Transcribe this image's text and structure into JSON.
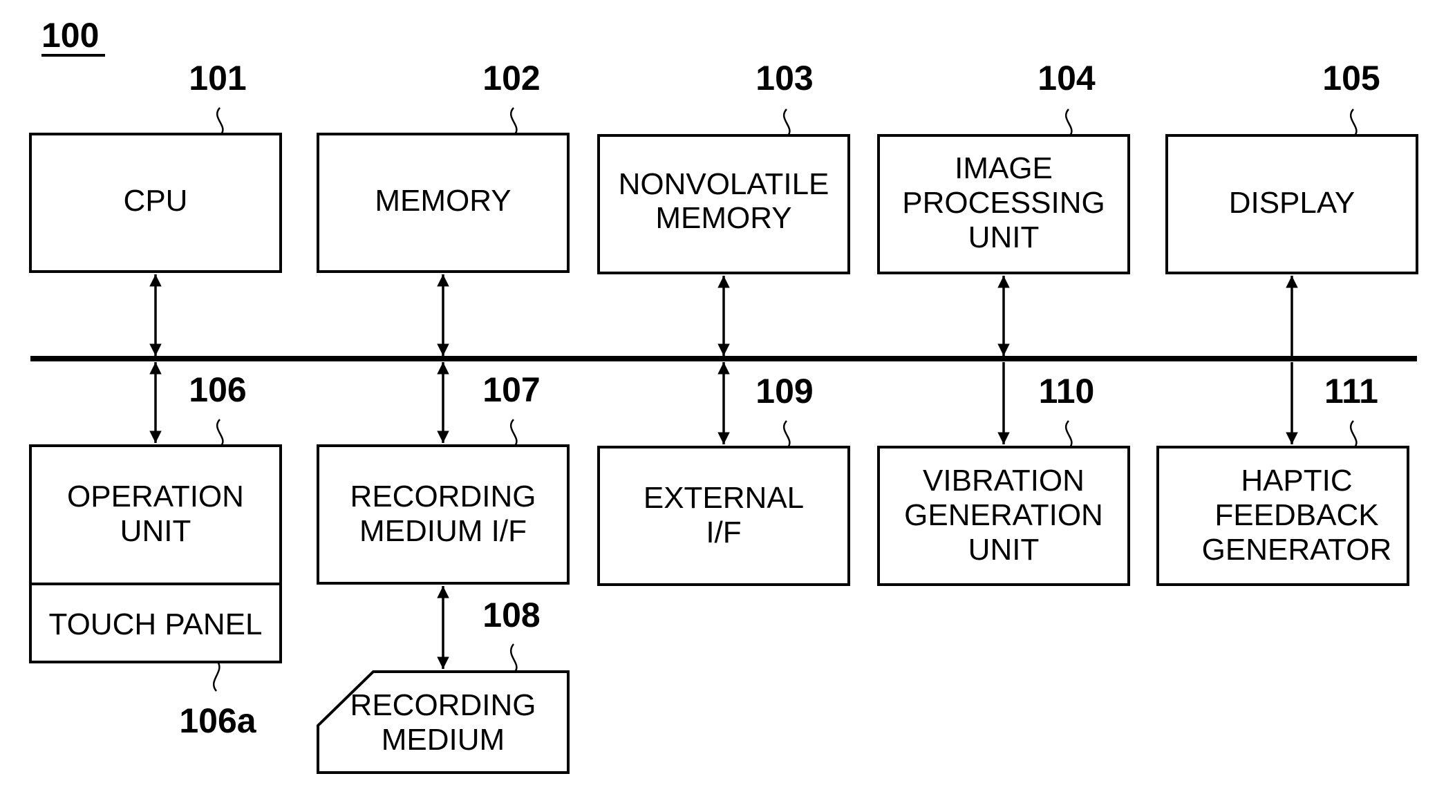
{
  "figure_ref": "100",
  "blocks": {
    "cpu": {
      "num": "101",
      "lines": [
        "CPU"
      ]
    },
    "memory": {
      "num": "102",
      "lines": [
        "MEMORY"
      ]
    },
    "nonvolatile_memory": {
      "num": "103",
      "lines": [
        "NONVOLATILE",
        "MEMORY"
      ]
    },
    "image_processing_unit": {
      "num": "104",
      "lines": [
        "IMAGE",
        "PROCESSING",
        "UNIT"
      ]
    },
    "display": {
      "num": "105",
      "lines": [
        "DISPLAY"
      ]
    },
    "operation_unit": {
      "num": "106",
      "lines": [
        "OPERATION",
        "UNIT"
      ]
    },
    "touch_panel": {
      "num": "106a",
      "lines": [
        "TOUCH PANEL"
      ]
    },
    "recording_medium_if": {
      "num": "107",
      "lines": [
        "RECORDING",
        "MEDIUM I/F"
      ]
    },
    "recording_medium": {
      "num": "108",
      "lines": [
        "RECORDING",
        "MEDIUM"
      ]
    },
    "external_if": {
      "num": "109",
      "lines": [
        "EXTERNAL",
        "I/F"
      ]
    },
    "vibration_generation_unit": {
      "num": "110",
      "lines": [
        "VIBRATION",
        "GENERATION",
        "UNIT"
      ]
    },
    "haptic_feedback_generator": {
      "num": "111",
      "lines": [
        "HAPTIC",
        "FEEDBACK",
        "GENERATOR"
      ]
    }
  }
}
